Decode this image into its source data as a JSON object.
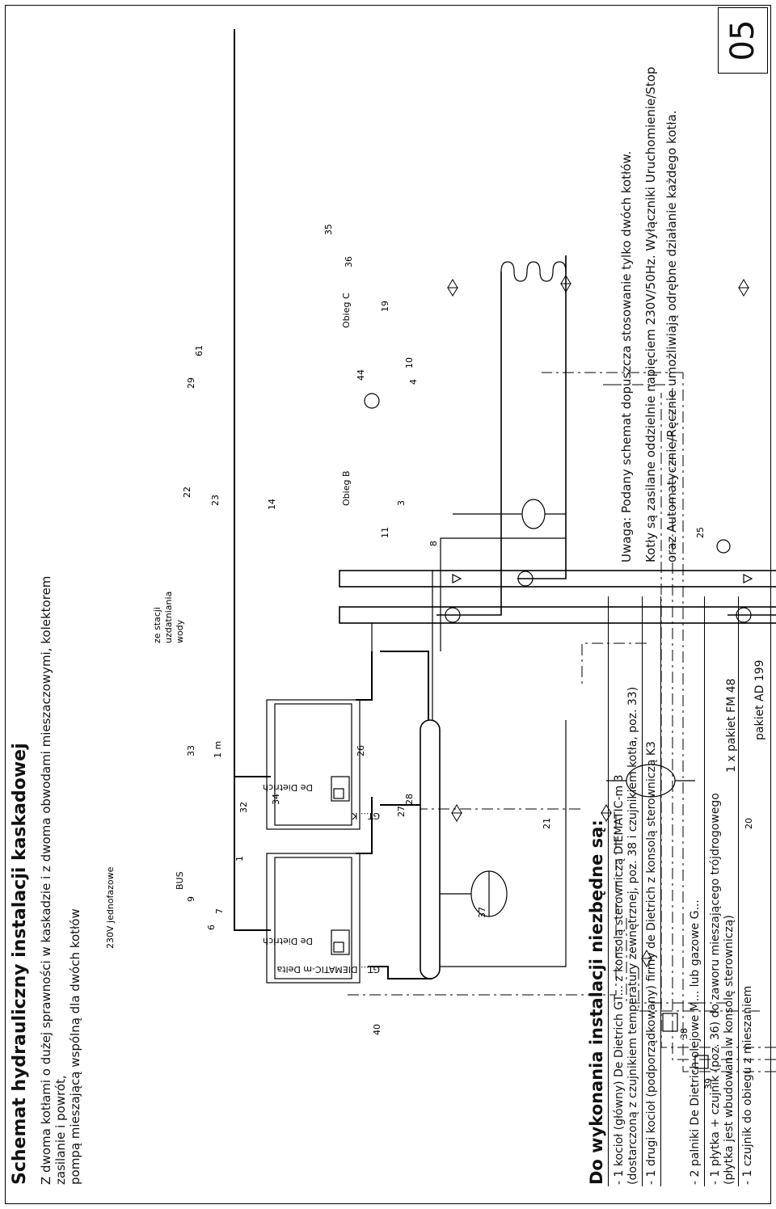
{
  "title": "Schemat hydrauliczny instalacji kaskadowej",
  "intro": [
    "Z dwoma kotłami o dużej sprawności w kaskadzie i z dwoma  obwodami  mieszaczowymi, kolektorem zasilanie i powrót,",
    "pompą  mieszającą wspólną dla dwóch kotłów"
  ],
  "requirements_title": "Do wykonania instalacji niezbędne są:",
  "requirements": [
    "- 1  kocioł  (główny)  De Dietrich GT... z  konsolą sterowniczą  DIEMATIC-m 3",
    "  (dostarczoną  z czujnikiem  temperatury  zewnętrznej,  poz. 38  i  czujnikiem  kotła,  poz. 33)",
    "- 1  drugi kocioł (podporządkowany) firmy de Dietrich z konsolą sterowniczą K3",
    "- 2 palniki De Dietrich olejowe M... lub gazowe G...",
    "- 1  płytka + czujnik (poz. 36) do zaworu mieszającego trójdrogowego",
    "  (płytka jest wbudowana  w konsolę sterowniczą)",
    "- 1 czujnik do obiegu z mieszaniem"
  ],
  "packages": [
    "1 x pakiet FM 48",
    "pakiet AD 199"
  ],
  "notes": [
    "Uwaga: Podany schemat dopuszcza stosowanie tylko dwóch kotłów.",
    "Kotły są zasilane oddzielnie napięciem 230V/50Hz. Wyłączniki Uruchomienie/Stop",
    "oraz  Automatycznie/Ręcznie  umożliwiają odrębne  działanie  każdego  kotła."
  ],
  "page_number": "05",
  "diagram_labels": {
    "boiler_brand": "De Dietrich",
    "boiler_main": "GT... DIEMATIC-m Delta",
    "boiler_second": "GT... K",
    "bus": "BUS",
    "power": "230V jednofazowe",
    "water_station": [
      "ze stacji",
      "uzdatniania",
      "wody"
    ],
    "circuit_b": "Obieg B",
    "circuit_c": "Obieg C",
    "one_m": "1 m",
    "numbers": [
      "1",
      "3",
      "4",
      "6",
      "7",
      "8",
      "9",
      "10",
      "11",
      "14",
      "19",
      "20",
      "21",
      "22",
      "23",
      "25",
      "26",
      "27",
      "28",
      "29",
      "32",
      "33",
      "34",
      "35",
      "36",
      "37",
      "38",
      "39",
      "40",
      "44",
      "61"
    ]
  }
}
